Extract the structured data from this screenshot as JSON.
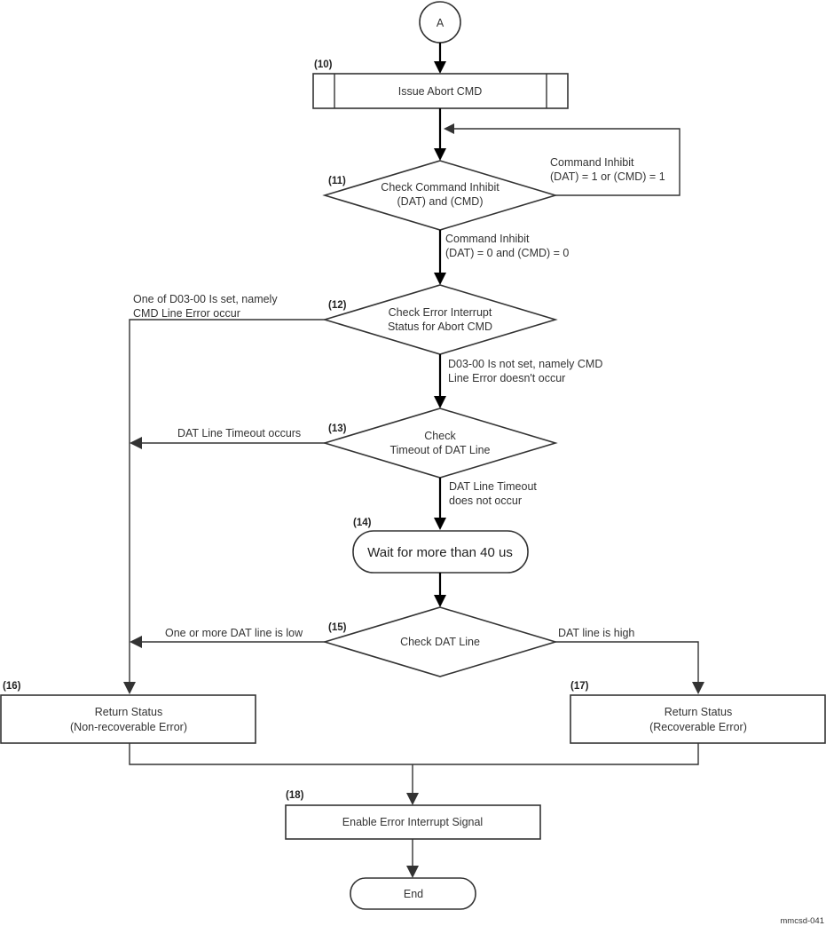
{
  "connector": {
    "label": "A"
  },
  "steps": {
    "s10": {
      "num": "(10)",
      "lines": [
        "Issue Abort CMD"
      ]
    },
    "s11": {
      "num": "(11)",
      "lines": [
        "Check Command Inhibit",
        "(DAT) and (CMD)"
      ]
    },
    "s12": {
      "num": "(12)",
      "lines": [
        "Check Error Interrupt",
        "Status for Abort CMD"
      ]
    },
    "s13": {
      "num": "(13)",
      "lines": [
        "Check",
        "Timeout of DAT Line"
      ]
    },
    "s14": {
      "num": "(14)",
      "lines": [
        "Wait for more than 40 us"
      ]
    },
    "s15": {
      "num": "(15)",
      "lines": [
        "Check DAT Line"
      ]
    },
    "s16": {
      "num": "(16)",
      "lines": [
        "Return Status",
        "(Non-recoverable Error)"
      ]
    },
    "s17": {
      "num": "(17)",
      "lines": [
        "Return Status",
        "(Recoverable Error)"
      ]
    },
    "s18": {
      "num": "(18)",
      "lines": [
        "Enable Error Interrupt Signal"
      ]
    },
    "end": {
      "lines": [
        "End"
      ]
    }
  },
  "edge_labels": {
    "inhibit_set": [
      "Command Inhibit",
      "(DAT) = 1 or (CMD) = 1"
    ],
    "inhibit_clear": [
      "Command Inhibit",
      "(DAT) = 0 and (CMD) = 0"
    ],
    "error_set": [
      "One of D03-00 Is set, namely",
      "CMD Line Error occur"
    ],
    "error_not_set": [
      "D03-00 Is not set, namely CMD",
      "Line Error doesn't occur"
    ],
    "timeout_occurs": [
      "DAT Line Timeout occurs"
    ],
    "timeout_not": [
      "DAT Line Timeout",
      "does not occur"
    ],
    "dat_low": [
      "One or more DAT line is low"
    ],
    "dat_high": [
      "DAT line is high"
    ]
  },
  "figure_id": "mmcsd-041"
}
